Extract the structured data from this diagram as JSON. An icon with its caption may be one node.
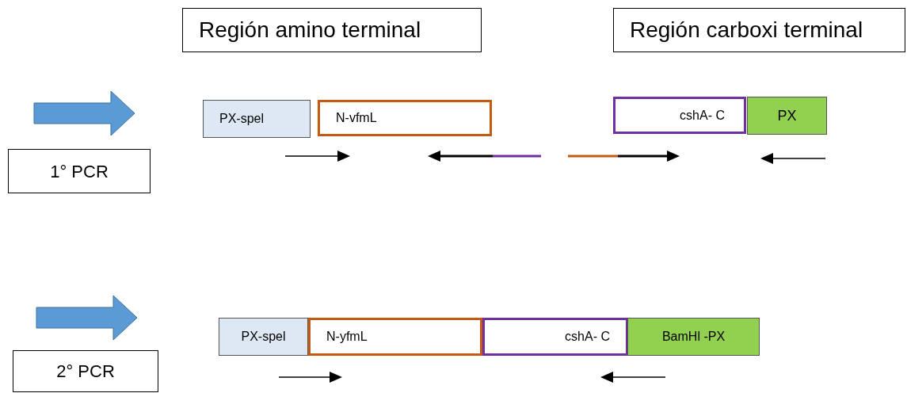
{
  "diagram": {
    "nodes": [
      {
        "text": [
          "Región amino terminal"
        ]
      },
      {
        "text": [
          "Región carboxi terminal"
        ]
      },
      {
        "text": [
          "1° PCR"
        ]
      },
      {
        "text": [
          "PX-spel"
        ]
      },
      {
        "text": [
          "N-vfmL"
        ]
      },
      {
        "text": [
          "cshA- C"
        ]
      },
      {
        "text": [
          "PX"
        ]
      },
      {
        "text": [
          "2° PCR"
        ]
      },
      {
        "text": [
          "PX-spel"
        ]
      },
      {
        "text": [
          "N-yfmL"
        ]
      },
      {
        "text": [
          "cshA- C"
        ]
      },
      {
        "text": [
          "BamHl -PX"
        ]
      }
    ]
  }
}
